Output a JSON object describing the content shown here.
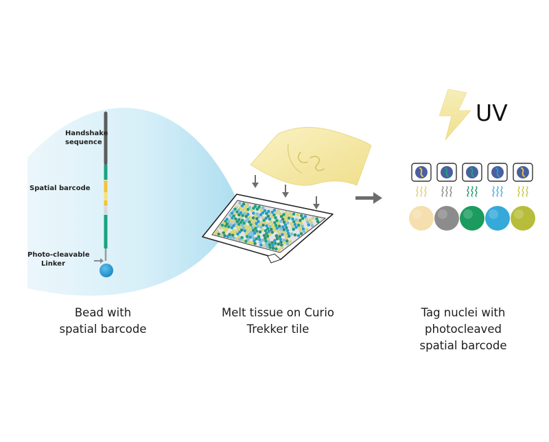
{
  "bead_labels": {
    "handshake": [
      "Handshake",
      "sequence"
    ],
    "spatial_barcode": "Spatial barcode",
    "linker": [
      "Photo-cleavable",
      "Linker"
    ]
  },
  "uv_label": "UV",
  "captions": {
    "bead": [
      "Bead with",
      "spatial barcode"
    ],
    "melt": [
      "Melt tissue on Curio",
      "Trekker tile"
    ],
    "tag": [
      "Tag nuclei with",
      "photocleaved",
      "spatial barcode"
    ]
  },
  "colors": {
    "teal": "#1aa37f",
    "bead_blue": "#2a9bd6",
    "grey_segment": "#5c5c5c",
    "yellow_segment": "#f5c23a",
    "film": "#f6ebab",
    "arrow_grey": "#6d6d6d",
    "nuclei": [
      "#f5dfae",
      "#8c8c8c",
      "#1c9b5e",
      "#35a9d9",
      "#b7bd3a"
    ],
    "squiggles": [
      "#e3cf86",
      "#8f8f8f",
      "#2f9b73",
      "#4cb5e0",
      "#c9c84f"
    ]
  }
}
